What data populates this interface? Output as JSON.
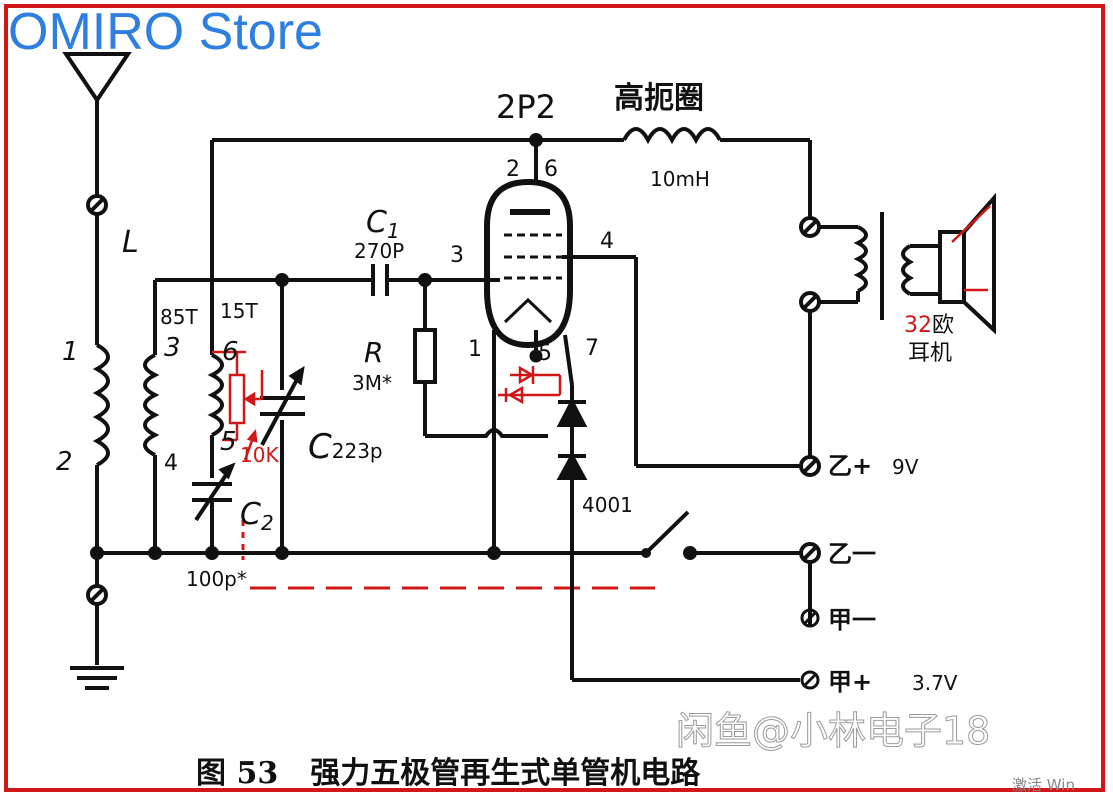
{
  "store": {
    "name": "OMIRO Store"
  },
  "tube": {
    "model": "2P2",
    "pins": {
      "p2": "2",
      "p6": "6",
      "p3": "3",
      "p4": "4",
      "p1": "1",
      "p5": "5",
      "p7": "7"
    }
  },
  "choke": {
    "label": "高扼圈",
    "value": "10mH"
  },
  "coil": {
    "l": "L",
    "p1": "1",
    "p2": "2",
    "t85": "85T",
    "t15": "15T",
    "p3": "3",
    "p4": "4",
    "p6": "6",
    "p5": "5"
  },
  "components": {
    "c1": "C",
    "c1_sub": "1",
    "c1_value": "270P",
    "r": "R",
    "r_value": "3M*",
    "c_var": "C",
    "c_var_value": "223p",
    "c2": "C",
    "c2_sub": "2",
    "c2_value": "100p*",
    "pot": "10K",
    "diode": "4001"
  },
  "terminals": {
    "b_plus_sym": "乙+",
    "b_plus": "9V",
    "b_minus": "乙一",
    "a_minus": "甲一",
    "a_plus_sym": "甲+",
    "a_plus": "3.7V"
  },
  "earphone": {
    "ohm_num": "32",
    "ohm_unit": "欧",
    "label": "耳机"
  },
  "caption": {
    "figure": "图 53",
    "title": "强力五极管再生式单管机电路"
  },
  "watermark": {
    "text": "闲鱼@小林电子18",
    "corner": "激活 Win"
  },
  "colors": {
    "ink": "#111111",
    "red": "#d01818",
    "blue": "#2f7fe0"
  }
}
